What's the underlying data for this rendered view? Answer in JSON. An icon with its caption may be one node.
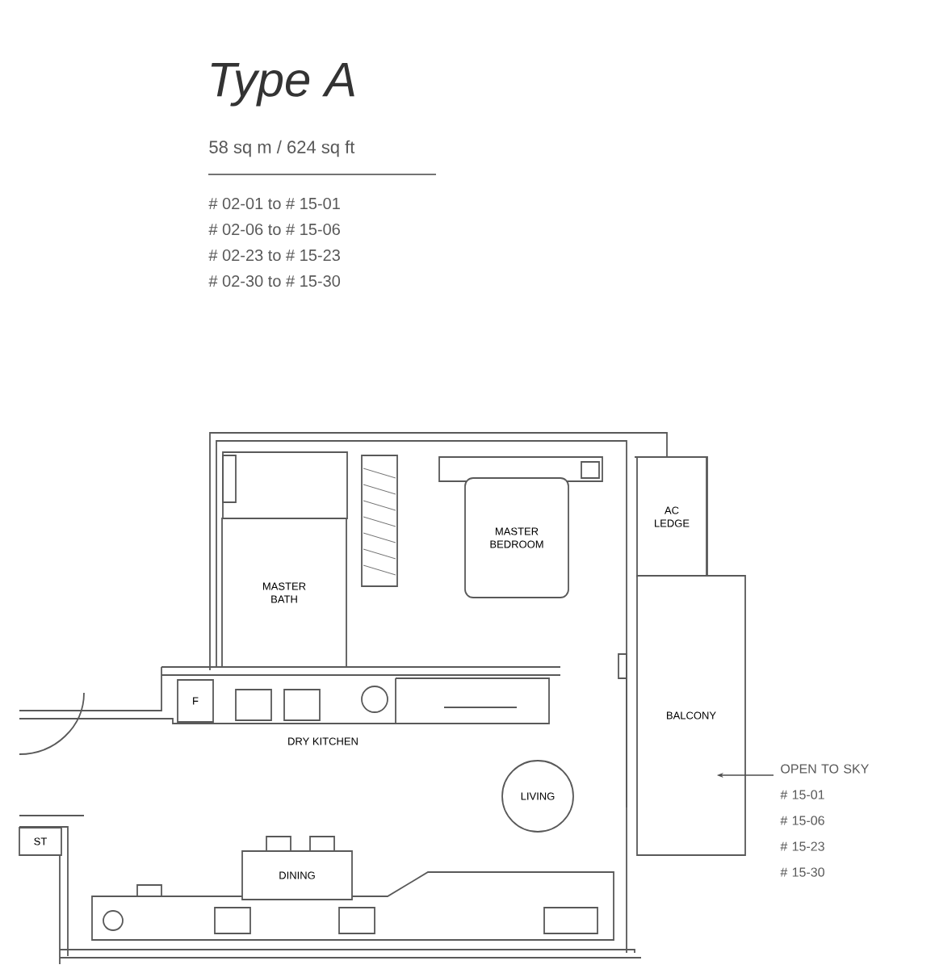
{
  "diagram": {
    "title": "Type A",
    "nodes": [
      {
        "text": [
          "MASTER BATH"
        ]
      },
      {
        "text": [
          "MASTER BEDROOM"
        ]
      },
      {
        "text": [
          "AC LEDGE"
        ]
      },
      {
        "text": [
          "F"
        ]
      },
      {
        "text": [
          "BALCONY"
        ]
      },
      {
        "text": [
          "LIVING"
        ]
      },
      {
        "text": [
          "ST"
        ]
      },
      {
        "text": [
          "DINING"
        ]
      },
      {
        "text": [
          "OPEN TO SKY",
          "# 15-01",
          "# 15-06",
          "# 15-23",
          "# 15-30"
        ]
      }
    ],
    "edges": [
      {
        "from": 8,
        "to": 4,
        "arrow": "to"
      }
    ],
    "labels": [
      "58 sq m / 624 sq ft",
      "# 02-01 to # 15-01",
      "# 02-06 to # 15-06",
      "# 02-23 to # 15-23",
      "# 02-30 to # 15-30",
      "DRY KITCHEN"
    ]
  }
}
